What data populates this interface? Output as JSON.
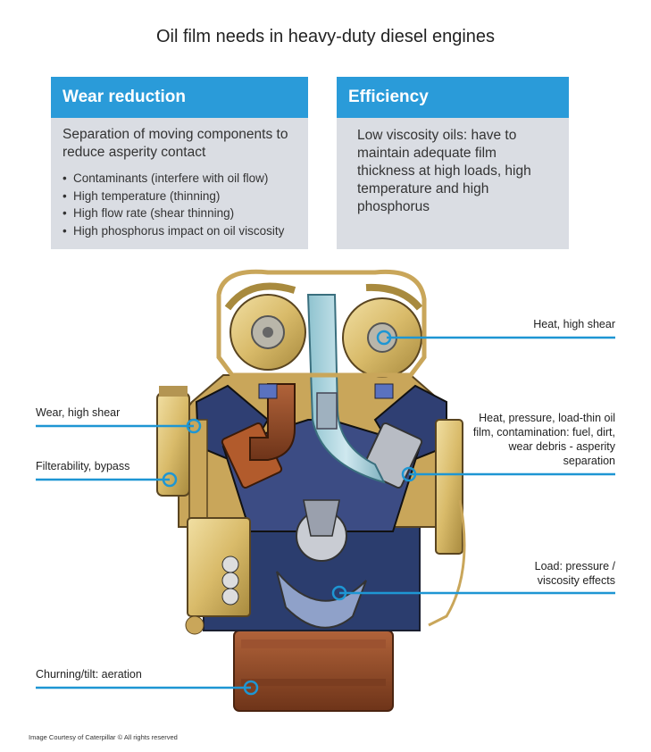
{
  "title": "Oil film needs in heavy-duty diesel engines",
  "colors": {
    "accent": "#2a9bd9",
    "panel": "#dadde3"
  },
  "wear_box": {
    "heading": "Wear reduction",
    "lead": "Separation of moving components to reduce asperity contact",
    "bullets": [
      "Contaminants (interfere with oil flow)",
      "High temperature (thinning)",
      "High flow rate (shear thinning)",
      "High phosphorus impact on oil viscosity"
    ]
  },
  "efficiency_box": {
    "heading": "Efficiency",
    "lead": "Low viscosity oils: have to maintain adequate film thickness at high loads, high temperature and high phosphorus"
  },
  "callouts": {
    "heat_high_shear": "Heat, high shear",
    "wear_high_shear": "Wear, high shear",
    "filterability": "Filterability, bypass",
    "heat_pressure": "Heat, pressure, load-thin oil film, contamination: fuel, dirt, wear debris - asperity separation",
    "load": "Load: pressure / viscosity effects",
    "churning": "Churning/tilt: aeration"
  },
  "credit": "Image Courtesy of Caterpillar © All rights reserved"
}
